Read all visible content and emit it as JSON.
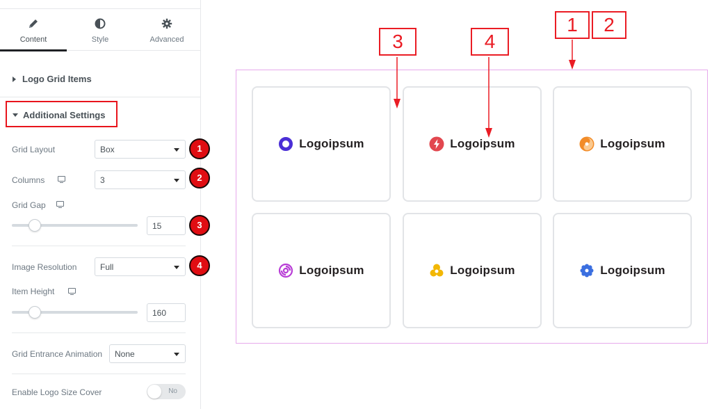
{
  "tabs": [
    {
      "label": "Content",
      "icon": "pencil-icon",
      "active": true
    },
    {
      "label": "Style",
      "icon": "half-circle-icon",
      "active": false
    },
    {
      "label": "Advanced",
      "icon": "gear-icon",
      "active": false
    }
  ],
  "sections": {
    "logo_grid_items": "Logo Grid Items",
    "additional_settings": "Additional Settings"
  },
  "controls": {
    "grid_layout": {
      "label": "Grid Layout",
      "value": "Box"
    },
    "columns": {
      "label": "Columns",
      "value": "3"
    },
    "grid_gap": {
      "label": "Grid Gap",
      "value": "15",
      "slider_fraction": 0.15
    },
    "image_resolution": {
      "label": "Image Resolution",
      "value": "Full"
    },
    "item_height": {
      "label": "Item Height",
      "value": "160",
      "slider_fraction": 0.15
    },
    "grid_entrance_animation": {
      "label": "Grid Entrance Animation",
      "value": "None"
    },
    "enable_logo_size_cover": {
      "label": "Enable Logo Size Cover",
      "value": "No",
      "on": false
    }
  },
  "badges": [
    "1",
    "2",
    "3",
    "4"
  ],
  "callouts": [
    "1",
    "2",
    "3",
    "4"
  ],
  "logos": [
    {
      "text": "Logoipsum",
      "icon": "ring-logo-icon",
      "color": "#4b2fd6"
    },
    {
      "text": "Logoipsum",
      "icon": "lightning-logo-icon",
      "color": "#e2474f"
    },
    {
      "text": "Logoipsum",
      "icon": "swirl-logo-icon",
      "color": "#f28c28"
    },
    {
      "text": "Logoipsum",
      "icon": "spiral-logo-icon",
      "color": "#b83dd6"
    },
    {
      "text": "Logoipsum",
      "icon": "trefoil-logo-icon",
      "color": "#f2b705"
    },
    {
      "text": "Logoipsum",
      "icon": "flower-logo-icon",
      "color": "#3b6fe0"
    }
  ],
  "colors": {
    "accent_red": "#ea1c24",
    "preview_border": "#e6a9ec",
    "panel_text": "#6d7882"
  }
}
